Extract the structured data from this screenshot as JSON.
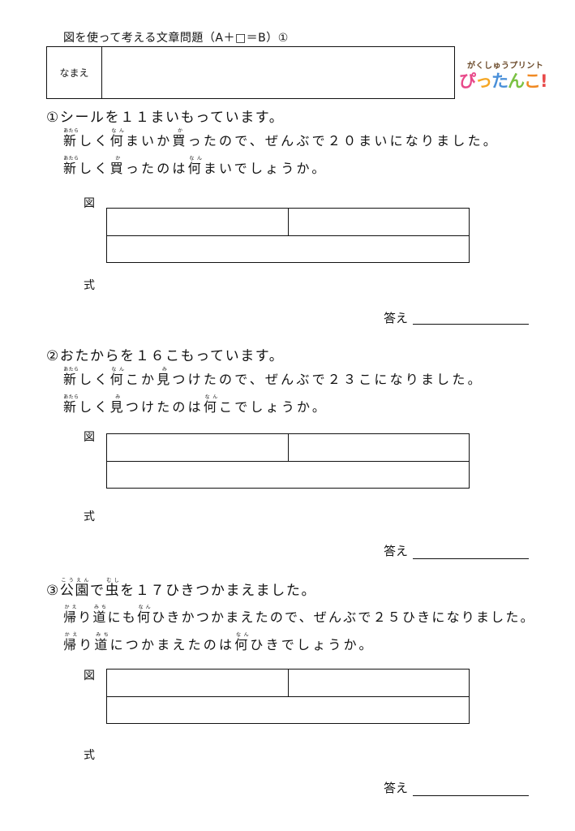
{
  "title": "図を使って考える文章問題（A＋□＝B）①",
  "name_label": "なまえ",
  "logo": {
    "top_text": "がくしゅうプリント",
    "chars": [
      "ぴ",
      "っ",
      "た",
      "ん",
      "こ",
      "!"
    ],
    "colors": [
      "#e84a8a",
      "#f5a623",
      "#4a90d9",
      "#7ac142",
      "#f08a24",
      "#e84a4a"
    ]
  },
  "labels": {
    "figure": "図",
    "formula": "式",
    "answer": "答え"
  },
  "problems": [
    {
      "heading": "①シールを１１まいもっています。",
      "line2": {
        "kanji1": "新",
        "ruby1": "あたら",
        "text1": "しく",
        "kanji2": "何",
        "ruby2": "なん",
        "text2": "まいか",
        "kanji3": "買",
        "ruby3": "か",
        "text3": "ったので、ぜんぶで２０まいになりました。"
      },
      "line3": {
        "kanji1": "新",
        "ruby1": "あたら",
        "text1": "しく",
        "kanji2": "買",
        "ruby2": "か",
        "text2": "ったのは",
        "kanji3": "何",
        "ruby3": "なん",
        "text3": "まいでしょうか。"
      }
    },
    {
      "heading": "②おたからを１６こもっています。",
      "line2": {
        "kanji1": "新",
        "ruby1": "あたら",
        "text1": "しく",
        "kanji2": "何",
        "ruby2": "なん",
        "text2": "こか",
        "kanji3": "見",
        "ruby3": "み",
        "text3": "つけたので、ぜんぶで２３こになりました。"
      },
      "line3": {
        "kanji1": "新",
        "ruby1": "あたら",
        "text1": "しく",
        "kanji2": "見",
        "ruby2": "み",
        "text2": "つけたのは",
        "kanji3": "何",
        "ruby3": "なん",
        "text3": "こでしょうか。"
      }
    },
    {
      "heading_circ": "③",
      "heading_k1": "公園",
      "heading_r1": "こうえん",
      "heading_t1": "で",
      "heading_k2": "虫",
      "heading_r2": "むし",
      "heading_t2": "を１７ひきつかまえました。",
      "line2": {
        "kanji1": "帰",
        "ruby1": "かえ",
        "text1": "り",
        "kanji2": "道",
        "ruby2": "みち",
        "text2": "にも",
        "kanji3": "何",
        "ruby3": "なん",
        "text3": "ひきかつかまえたので、ぜんぶで２５ひきになりました。"
      },
      "line3": {
        "kanji1": "帰",
        "ruby1": "かえ",
        "text1": "り",
        "kanji2": "道",
        "ruby2": "みち",
        "text2": "につかまえたのは",
        "kanji3": "何",
        "ruby3": "なん",
        "text3": "ひきでしょうか。"
      }
    }
  ]
}
